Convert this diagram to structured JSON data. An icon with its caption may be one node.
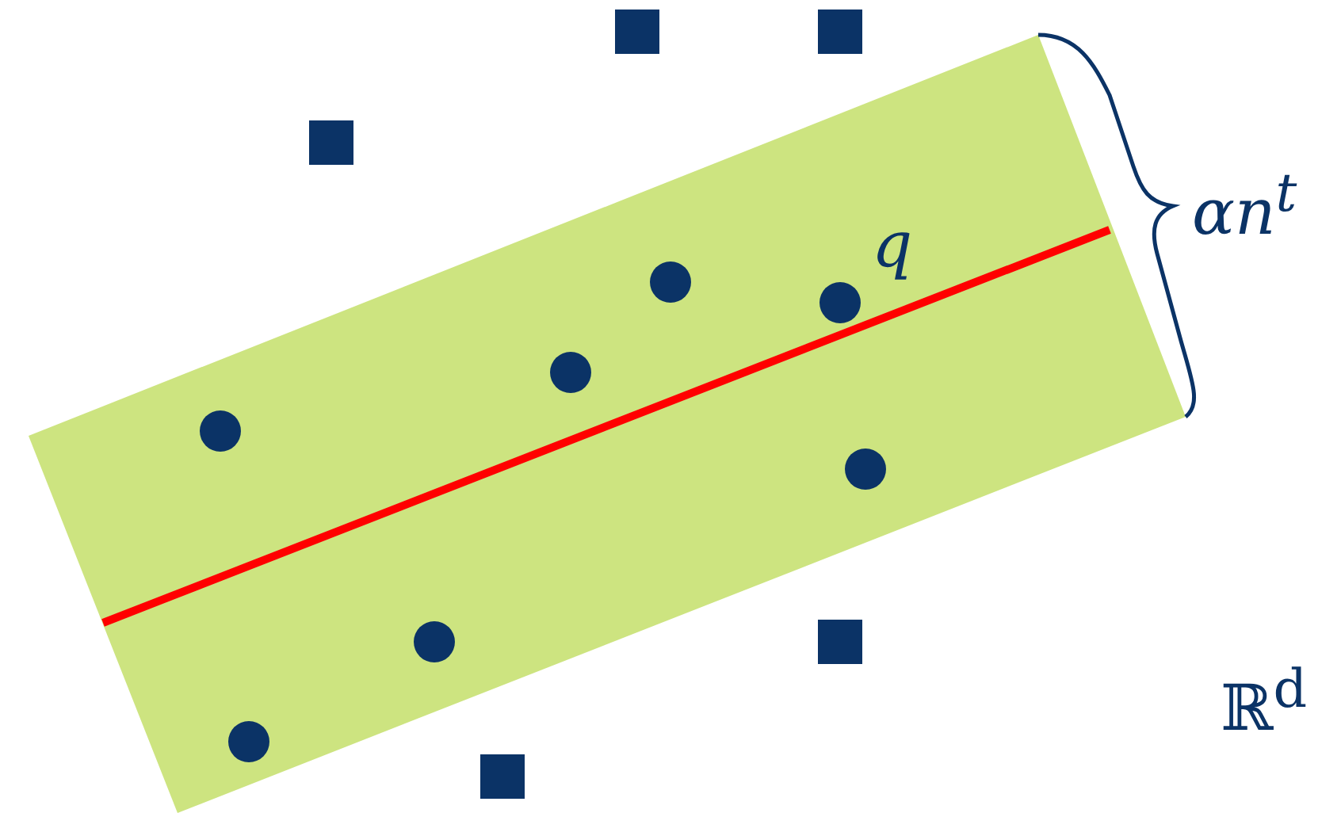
{
  "diagram": {
    "labels": [
      "q",
      "αn$^{t}$",
      "ℝ$^{d}$"
    ]
  }
}
